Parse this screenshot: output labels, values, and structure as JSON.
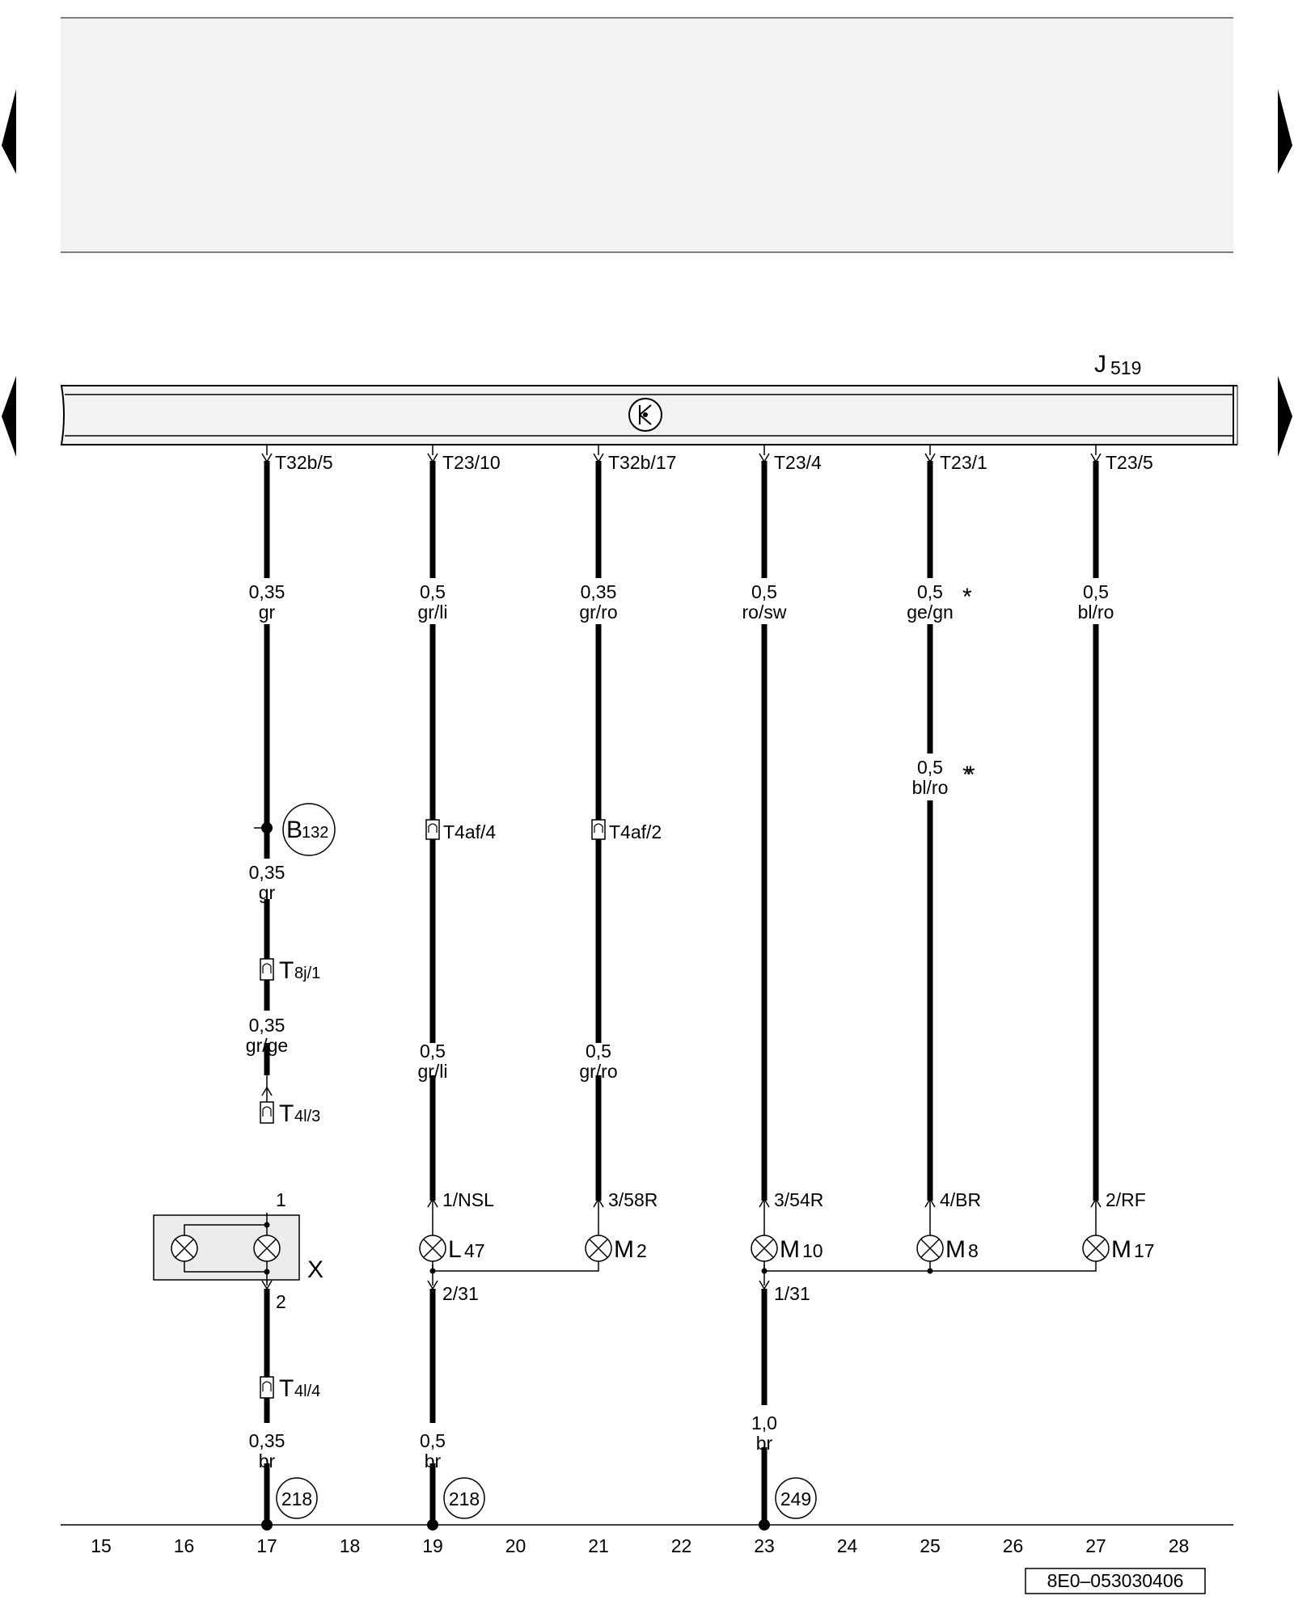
{
  "control_unit": {
    "letter": "J",
    "number": "519"
  },
  "pins": [
    {
      "id": "p17",
      "label": "T32b/5"
    },
    {
      "id": "p19",
      "label": "T23/10"
    },
    {
      "id": "p21",
      "label": "T32b/17"
    },
    {
      "id": "p23",
      "label": "T23/4"
    },
    {
      "id": "p25",
      "label": "T23/1"
    },
    {
      "id": "p27",
      "label": "T23/5"
    }
  ],
  "wires": [
    {
      "id": "w17a",
      "size": "0,35",
      "color": "gr"
    },
    {
      "id": "w19a",
      "size": "0,5",
      "color": "gr/li"
    },
    {
      "id": "w21a",
      "size": "0,35",
      "color": "gr/ro"
    },
    {
      "id": "w23a",
      "size": "0,5",
      "color": "ro/sw"
    },
    {
      "id": "w25a",
      "size": "0,5",
      "color": "ge/gn",
      "note": "*"
    },
    {
      "id": "w27a",
      "size": "0,5",
      "color": "bl/ro"
    },
    {
      "id": "w25b",
      "size": "0,5",
      "color": "bl/ro",
      "note": "* *"
    },
    {
      "id": "w17b",
      "size": "0,35",
      "color": "gr"
    },
    {
      "id": "w17c",
      "size": "0,35",
      "color": "gr/ge"
    },
    {
      "id": "w19b",
      "size": "0,5",
      "color": "gr/li"
    },
    {
      "id": "w21b",
      "size": "0,5",
      "color": "gr/ro"
    },
    {
      "id": "w17d",
      "size": "0,35",
      "color": "br"
    },
    {
      "id": "w19c",
      "size": "0,5",
      "color": "br"
    },
    {
      "id": "w23b",
      "size": "1,0",
      "color": "br"
    }
  ],
  "connectors": [
    {
      "id": "c_t4af4",
      "label": "T4af/4"
    },
    {
      "id": "c_t4af2",
      "label": "T4af/2"
    },
    {
      "id": "c_t8j1",
      "main": "T",
      "sub": "8j/1"
    },
    {
      "id": "c_t4l3",
      "main": "T",
      "sub": "4l/3"
    },
    {
      "id": "c_t4l4",
      "main": "T",
      "sub": "4l/4"
    }
  ],
  "splice": {
    "letter": "B",
    "number": "132"
  },
  "lamp_terminals": {
    "x1": "1",
    "x2": "2",
    "l47": "1/NSL",
    "m2": "3/58R",
    "m10": "3/54R",
    "m8": "4/BR",
    "m17": "2/RF",
    "g19": "2/31",
    "g23": "1/31"
  },
  "components": [
    {
      "id": "x",
      "label": "X"
    },
    {
      "id": "l47",
      "letter": "L",
      "number": "47"
    },
    {
      "id": "m2",
      "letter": "M",
      "number": "2"
    },
    {
      "id": "m10",
      "letter": "M",
      "number": "10"
    },
    {
      "id": "m8",
      "letter": "M",
      "number": "8"
    },
    {
      "id": "m17",
      "letter": "M",
      "number": "17"
    }
  ],
  "grounds": [
    {
      "id": "g17",
      "label": "218"
    },
    {
      "id": "g19",
      "label": "218"
    },
    {
      "id": "g23",
      "label": "249"
    }
  ],
  "tracks": [
    "15",
    "16",
    "17",
    "18",
    "19",
    "20",
    "21",
    "22",
    "23",
    "24",
    "25",
    "26",
    "27",
    "28"
  ],
  "reference_code": "8E0–053030406",
  "colors": {
    "line": "#000000",
    "header_fill": "#f2f2f2",
    "unit_fill": "#f2f2f2",
    "box_fill": "#ececec"
  }
}
